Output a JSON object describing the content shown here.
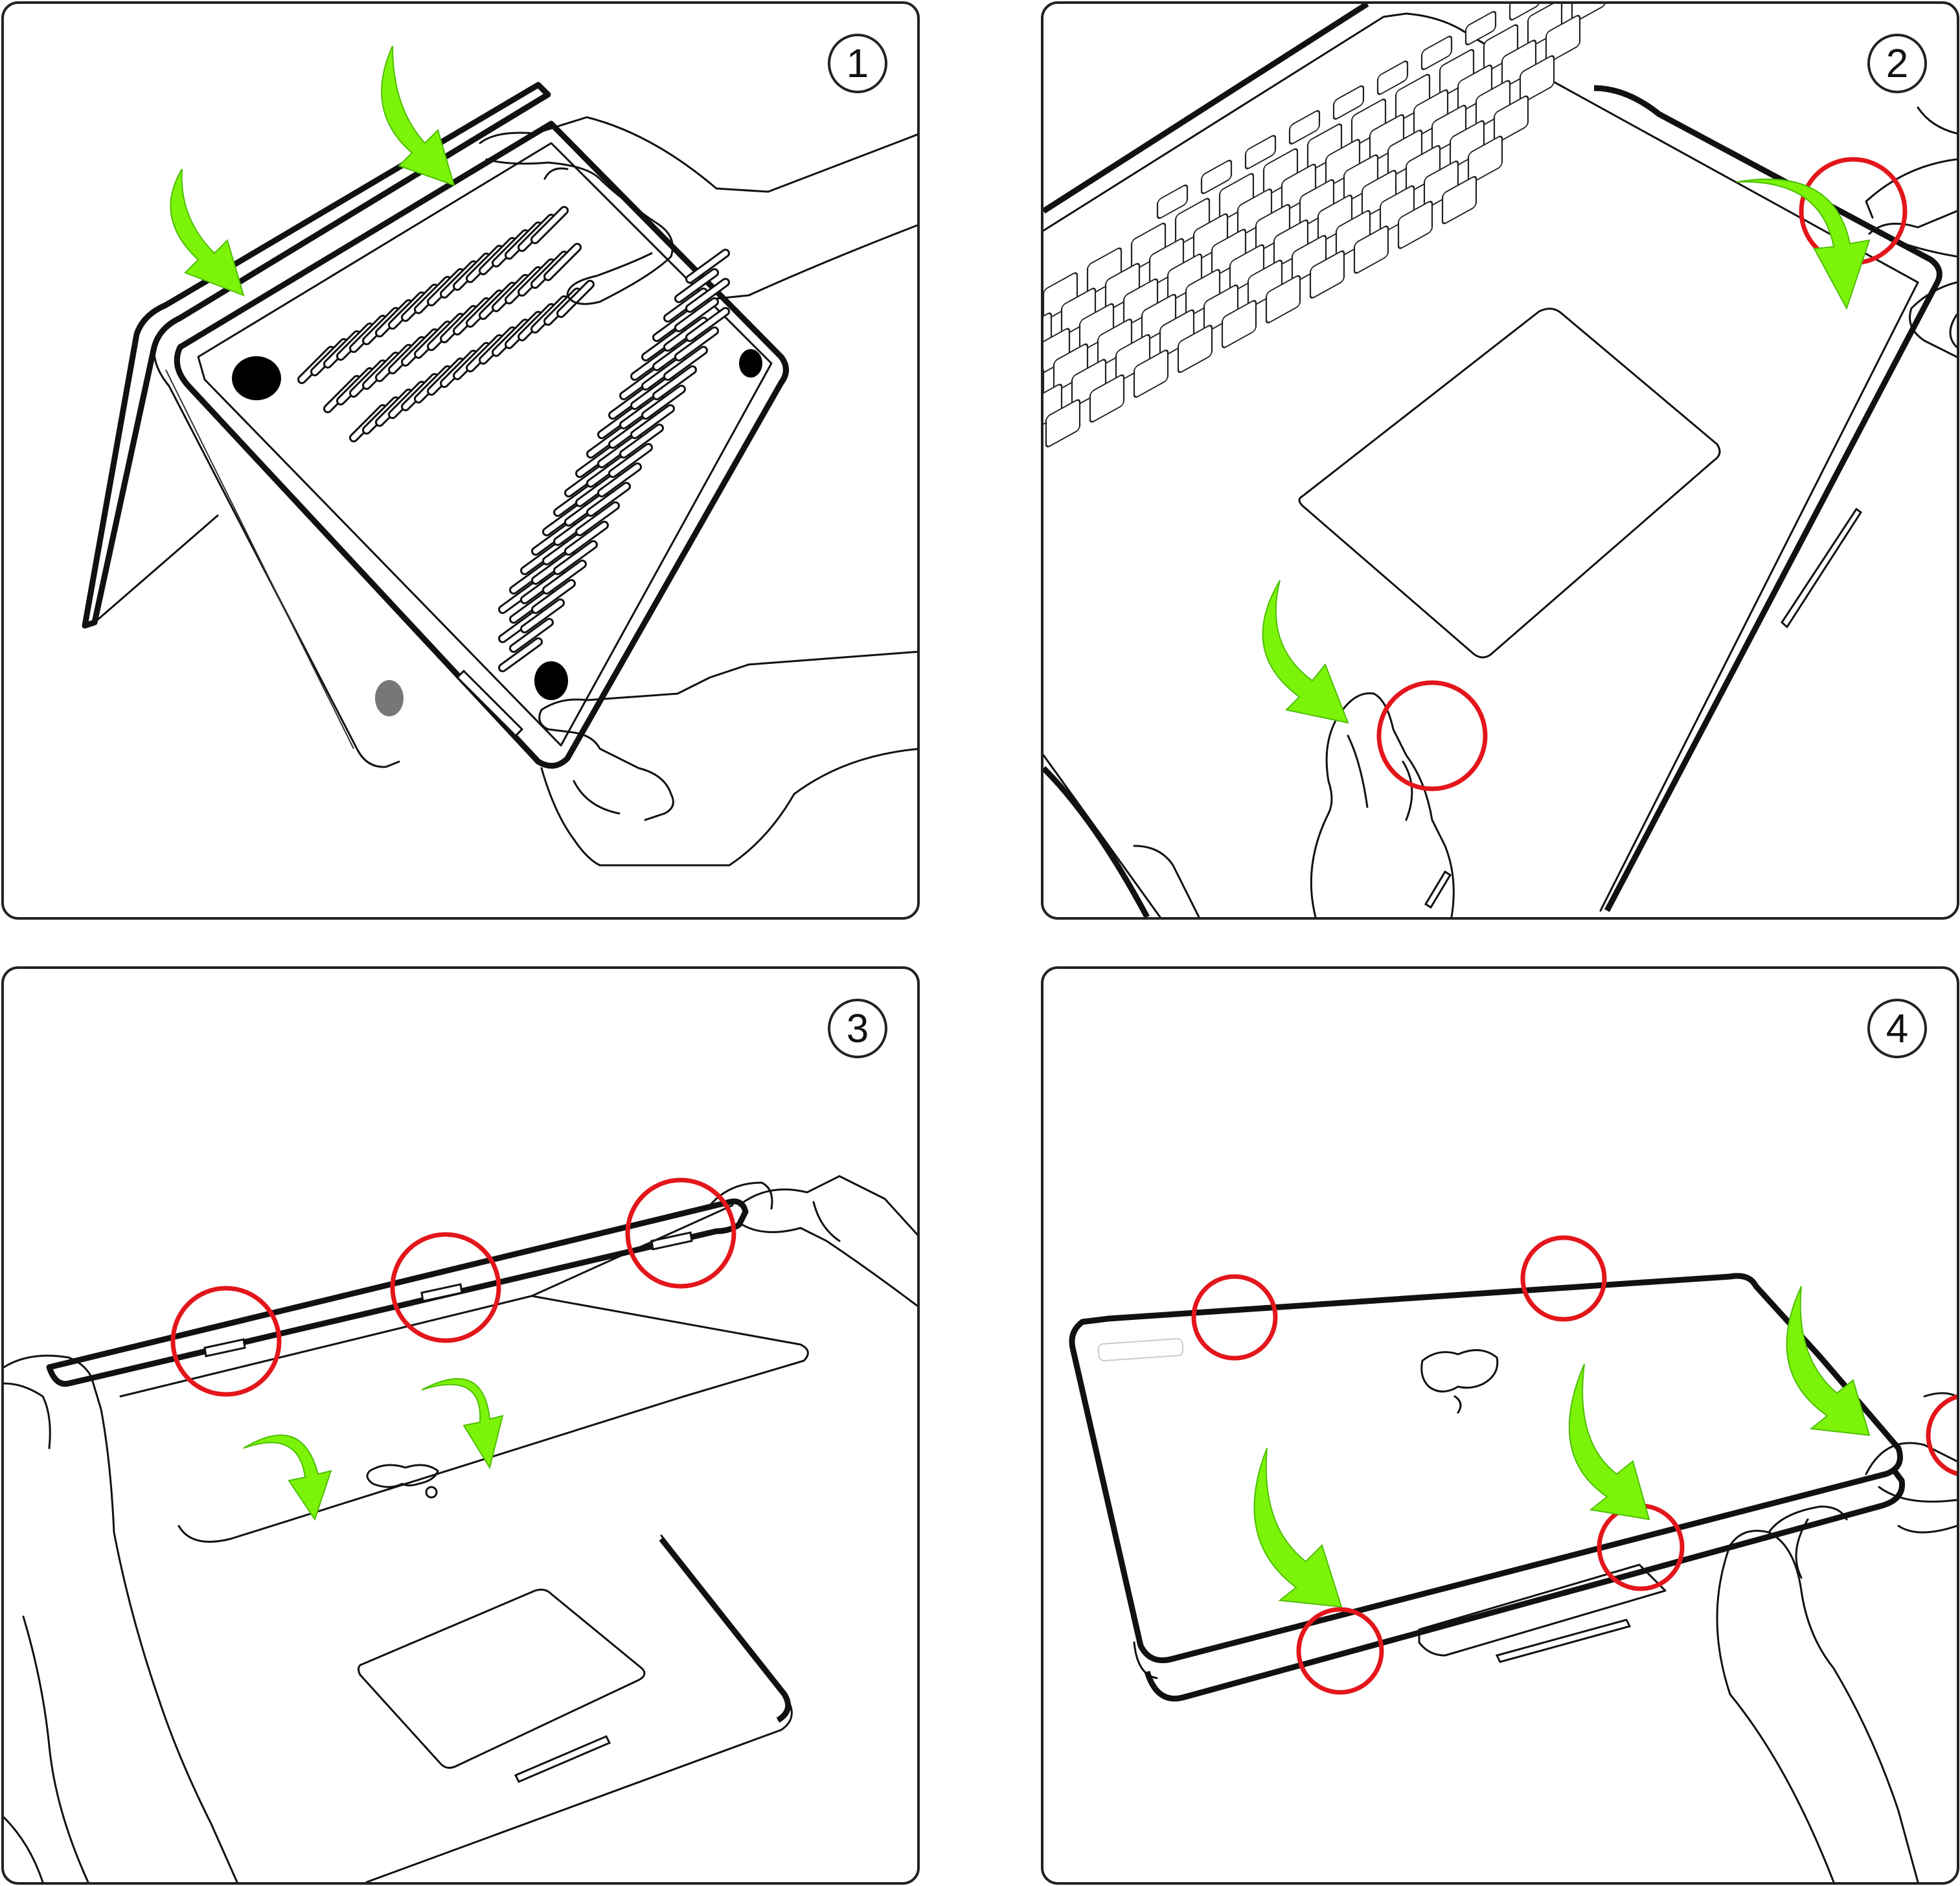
{
  "steps": [
    {
      "number": "1",
      "arrows": 2,
      "highlight_circles": 0
    },
    {
      "number": "2",
      "arrows": 2,
      "highlight_circles": 2
    },
    {
      "number": "3",
      "arrows": 2,
      "highlight_circles": 3
    },
    {
      "number": "4",
      "arrows": 3,
      "highlight_circles": 5
    }
  ],
  "colors": {
    "arrow": "#7cf40a",
    "highlight_circle": "#e3161b",
    "line_art": "#111111",
    "panel_border": "#222222"
  },
  "icons": [
    "curved-arrow-icon",
    "highlight-circle-icon",
    "hand-icon",
    "laptop-icon"
  ]
}
